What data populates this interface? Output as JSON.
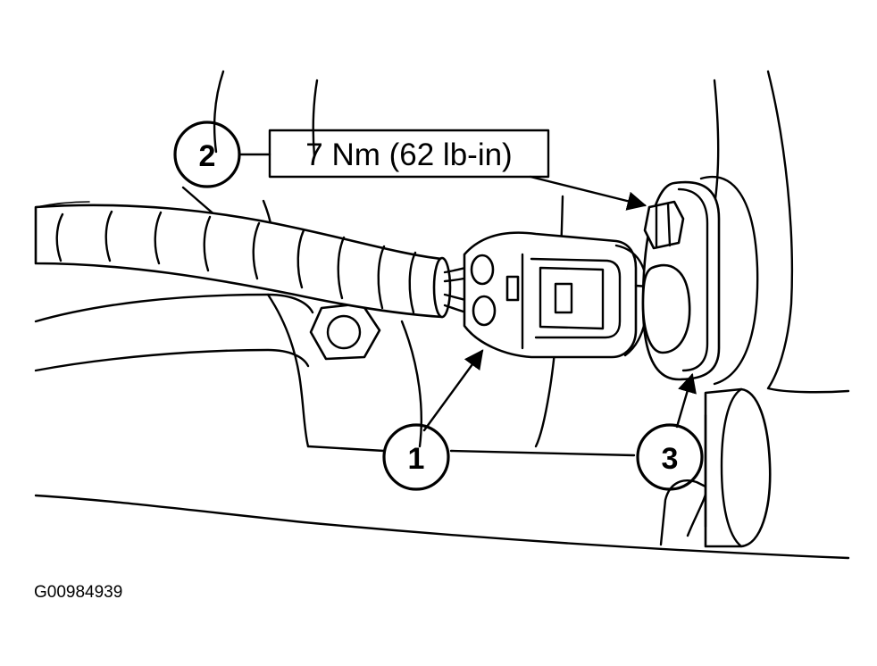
{
  "callouts": {
    "c1": "1",
    "c2": "2",
    "c3": "3"
  },
  "torque_spec": "7 Nm (62 lb-in)",
  "figure_id": "G00984939"
}
